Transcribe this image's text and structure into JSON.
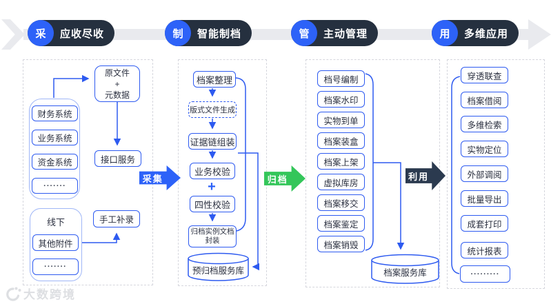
{
  "header": {
    "stages": [
      {
        "badge": "采",
        "label": "应收尽收"
      },
      {
        "badge": "制",
        "label": "智能制档"
      },
      {
        "badge": "管",
        "label": "主动管理"
      },
      {
        "badge": "用",
        "label": "多维应用"
      }
    ]
  },
  "arrows": {
    "collect": "采集",
    "archive": "归档",
    "use": "利用"
  },
  "panel_collect": {
    "systems": [
      "财务系统",
      "业务系统",
      "资金系统",
      "·······"
    ],
    "original_file": {
      "line1": "原文件",
      "line2": "+",
      "line3": "元数据"
    },
    "interface_service": "接口服务",
    "offline": {
      "label": "线下",
      "items": [
        "其他附件",
        "·······"
      ]
    },
    "manual_entry": "手工补录"
  },
  "panel_make": {
    "steps": {
      "organize": "档案整理",
      "format_gen": "版式文件生成",
      "evidence": "证据链组装",
      "biz_check": "业务校验",
      "plus": "+",
      "four_check": "四性校验",
      "package": "归档实例文档封装"
    },
    "database": "预归档服务库"
  },
  "panel_manage": {
    "items": [
      "档号编制",
      "档案水印",
      "实物到单",
      "档案装盒",
      "档案上架",
      "虚拟库房",
      "档案移交",
      "档案鉴定",
      "档案销毁"
    ],
    "database": "档案服务库"
  },
  "panel_use": {
    "items": [
      "穿透联查",
      "档案借阅",
      "多维检索",
      "实物定位",
      "外部调阅",
      "批量导出",
      "成套打印",
      "统计报表",
      "·········"
    ]
  },
  "watermark": "大数跨境",
  "colors": {
    "accent_blue": "#2D62F8",
    "line_blue": "#2D5AF0",
    "green": "#34C65A",
    "dark_navy": "#25303F",
    "band_gray": "#E9EAEE"
  }
}
